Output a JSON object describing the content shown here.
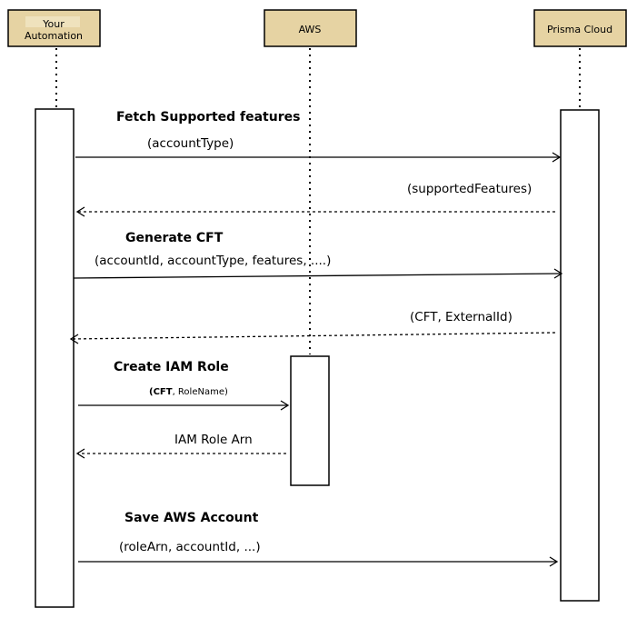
{
  "participants": {
    "automation_line1": "Your",
    "automation_line2": "Automation",
    "aws": "AWS",
    "prisma": "Prisma Cloud"
  },
  "steps": {
    "fetch": {
      "title": "Fetch Supported features",
      "request": "(accountType)",
      "response": "(supportedFeatures)"
    },
    "generate": {
      "title": "Generate CFT",
      "request": "(accountId, accountType, features, ....)",
      "response": "(CFT, ExternalId)"
    },
    "create_role": {
      "title": "Create IAM Role",
      "request_bold": "(CFT",
      "request_rest": ", RoleName)",
      "response": "IAM Role Arn"
    },
    "save": {
      "title": "Save AWS Account",
      "request": "(roleArn, accountId, ...)"
    }
  }
}
